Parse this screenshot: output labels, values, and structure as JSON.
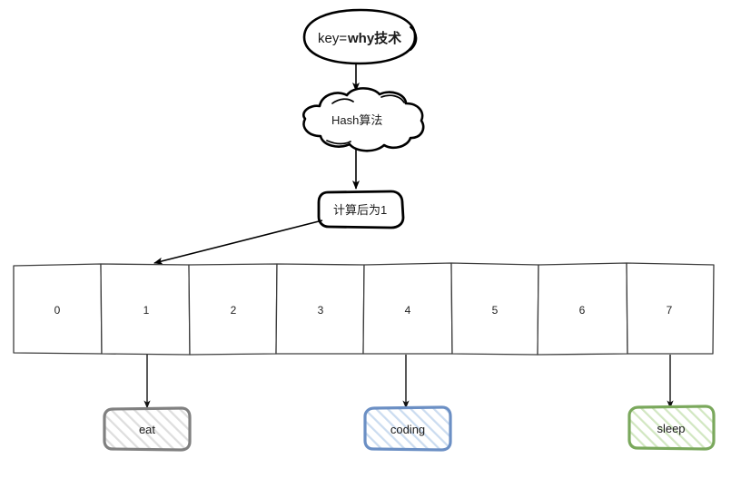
{
  "diagram": {
    "title": "hash-algorithm-bucket-diagram",
    "nodes": {
      "key_prefix": "key=",
      "key_value": "why技术",
      "hash_label": "Hash算法",
      "result_label": "计算后为1"
    },
    "array": {
      "name": "hash-bucket-array",
      "cells": [
        {
          "index": "0"
        },
        {
          "index": "1"
        },
        {
          "index": "2"
        },
        {
          "index": "3"
        },
        {
          "index": "4"
        },
        {
          "index": "5"
        },
        {
          "index": "6"
        },
        {
          "index": "7"
        }
      ]
    },
    "leaves": [
      {
        "label": "eat",
        "from_cell": "1",
        "border_color": "#808080",
        "hatch_color": "#d9d9d9"
      },
      {
        "label": "coding",
        "from_cell": "4",
        "border_color": "#6b8fc4",
        "hatch_color": "#c3d4ea"
      },
      {
        "label": "sleep",
        "from_cell": "7",
        "border_color": "#7aa85c",
        "hatch_color": "#cfe3bf"
      }
    ],
    "colors": {
      "stroke": "#000000",
      "array_stroke": "#3d3d3d",
      "text": "#1a1a1a",
      "background": "#ffffff"
    }
  }
}
